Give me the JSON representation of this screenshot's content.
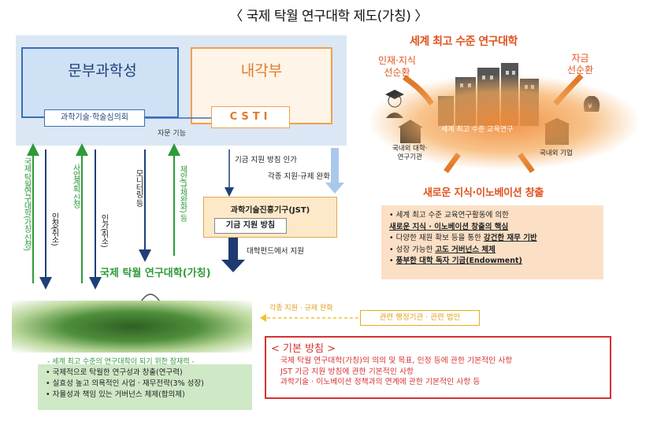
{
  "title": "〈 국제 탁월 연구대학 제도(가칭) 〉",
  "gov": {
    "ministry": "문부과학성",
    "cabinet": "내각부",
    "council": "과학기술·학술심의회",
    "csti": "CSTI",
    "advisory": "자문 기능"
  },
  "arrows": {
    "apply": "국제 탁월연구대학(가칭 신청)",
    "cert_cancel": "인정(취소)",
    "business_plan": "사업계획 신청",
    "permit": "인가(취소)",
    "monitoring": "모니터링 등",
    "proposal": "제안(규제완화) 등",
    "fund_policy": "기금 지원 방침 인가",
    "support_dereg": "각종 지원·규제 완화"
  },
  "jst": {
    "title": "과학기술진흥기구(JST)",
    "policy": "기금 지원 방침",
    "fund_label": "대학펀드에서 지원"
  },
  "university": {
    "title": "국제 탁월 연구대학(가칭)",
    "caption": "- 세계 최고 수준의 연구대학이 되기 위한 잠재력 -",
    "items": [
      "국제적으로 탁월한 연구성과 창출(연구력)",
      "실효성 높고 의욕적인 사업 · 재무전략(3% 성장)",
      "자율성과 책임 있는 거버넌스 체제(합의제)"
    ]
  },
  "vision": {
    "title": "세계 최고 수준 연구대학",
    "talent": [
      "인재·지식",
      "선순환"
    ],
    "funds": [
      "자금",
      "선순환"
    ],
    "center": "세계 최고 수준 교육연구",
    "univ_label": [
      "국내외 대학·",
      "연구기관"
    ],
    "firm_label": "국내외 기업",
    "innovation": "새로운 지식·이노베이션 창출"
  },
  "core": {
    "items": [
      {
        "pre": "세계 최고 수준 교육연구활동에 의한",
        "bold": "새로운 지식 · 이노베이션 창출의 핵심"
      },
      {
        "pre": "다양한 재원 확보 등을 통한 ",
        "bold": "강건한 재무 기반"
      },
      {
        "pre": "성장 가능한 ",
        "bold": "고도 거버넌스 체제"
      },
      {
        "pre": "",
        "bold": "풍부한 대학 독자 기금(Endowment)"
      }
    ]
  },
  "related": {
    "arrow_label": "각종 지원 · 규제 완화",
    "box": "관련 행정기관 · 관련 법인"
  },
  "basic": {
    "title": "< 기본 방침 >",
    "items": [
      "국제 탁월 연구대학(가칭)의 의의 및 목표, 인정 등에 관한 기본적인 사항",
      "JST 기금 지원 방침에 관한 기본적인 사항",
      "과학기술 · 이노베이션 정책과의 연계에 관한 기본적인 사항 등"
    ]
  },
  "colors": {
    "blue": "#1f3f78",
    "orange": "#e0531f",
    "green": "#2e9a3a",
    "red": "#d83030"
  }
}
